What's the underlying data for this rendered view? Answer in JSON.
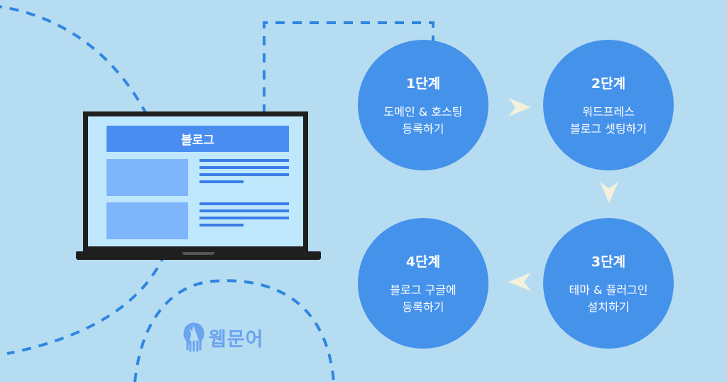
{
  "laptop": {
    "header": "블로그"
  },
  "steps": [
    {
      "title": "1단계",
      "desc": "도메인 & 호스팅\n등록하기"
    },
    {
      "title": "2단계",
      "desc": "워드프레스\n블로그 셋팅하기"
    },
    {
      "title": "3단계",
      "desc": "테마 & 플러그인\n설치하기"
    },
    {
      "title": "4단계",
      "desc": "블로그 구글에\n등록하기"
    }
  ],
  "brand": {
    "name": "웹문어",
    "icon": "octopus-icon"
  },
  "colors": {
    "background": "#b6dcf2",
    "circle": "#4592ea",
    "dashed_line": "#2e86e0",
    "arrow": "#f3f0dc",
    "brand": "#6aa3ef"
  }
}
